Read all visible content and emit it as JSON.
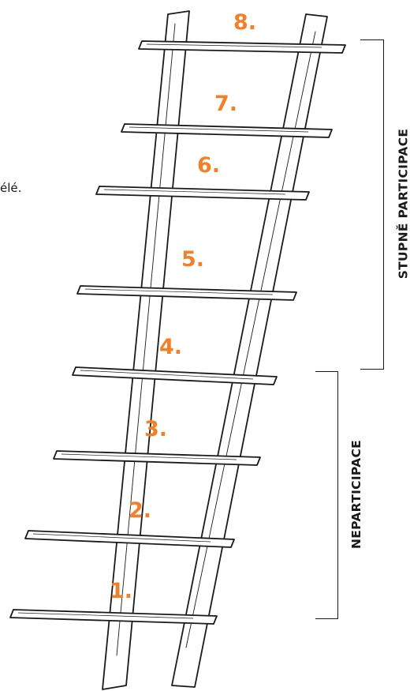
{
  "fragment_text": "élé.",
  "label_color": "#F0812A",
  "rungs": [
    "1.",
    "2.",
    "3.",
    "4.",
    "5.",
    "6.",
    "7.",
    "8."
  ],
  "groups": {
    "participation_label": "STUPNĚ PARTICIPACE",
    "nonparticipation_label": "NEPARTICIPACE"
  }
}
